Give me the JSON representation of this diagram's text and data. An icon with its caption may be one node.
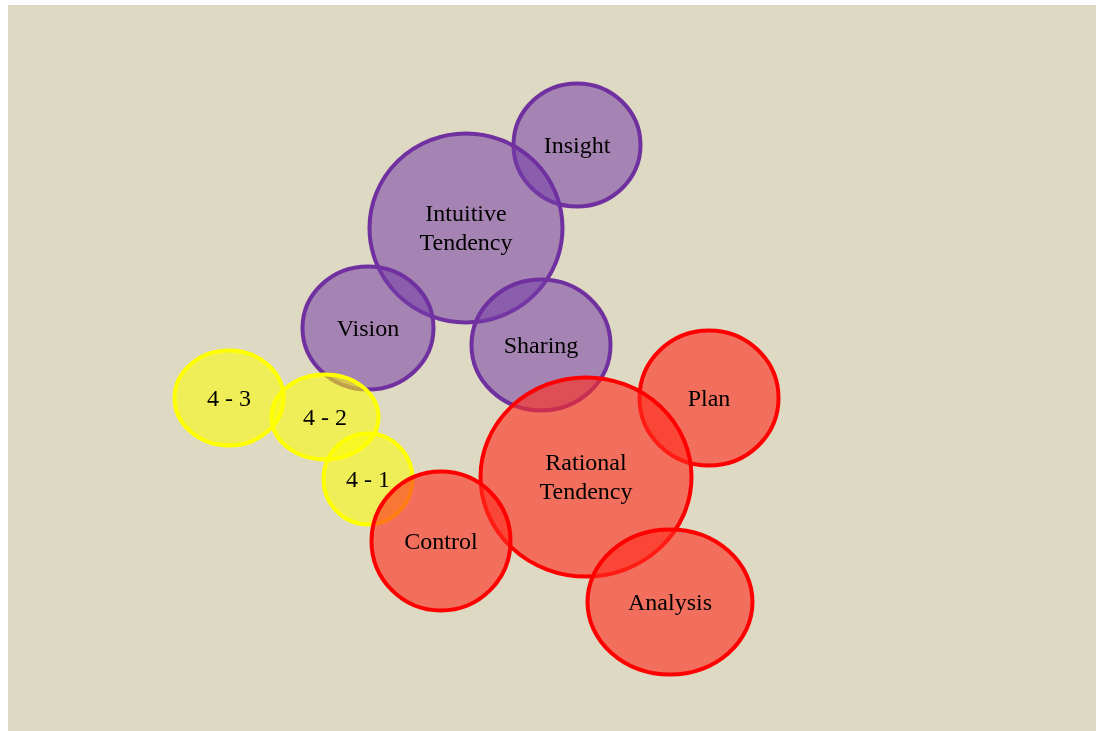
{
  "diagram": {
    "nodes": [
      {
        "text": [
          "Insight"
        ]
      },
      {
        "text": [
          "Intuitive Tendency"
        ]
      },
      {
        "text": [
          "Vision"
        ]
      },
      {
        "text": [
          "Sharing"
        ]
      },
      {
        "text": [
          "Plan"
        ]
      },
      {
        "text": [
          "4 - 3"
        ]
      },
      {
        "text": [
          "4 - 2"
        ]
      },
      {
        "text": [
          "Rational Tendency"
        ]
      },
      {
        "text": [
          "4 - 1"
        ]
      },
      {
        "text": [
          "Control"
        ]
      },
      {
        "text": [
          "Analysis"
        ]
      }
    ]
  }
}
